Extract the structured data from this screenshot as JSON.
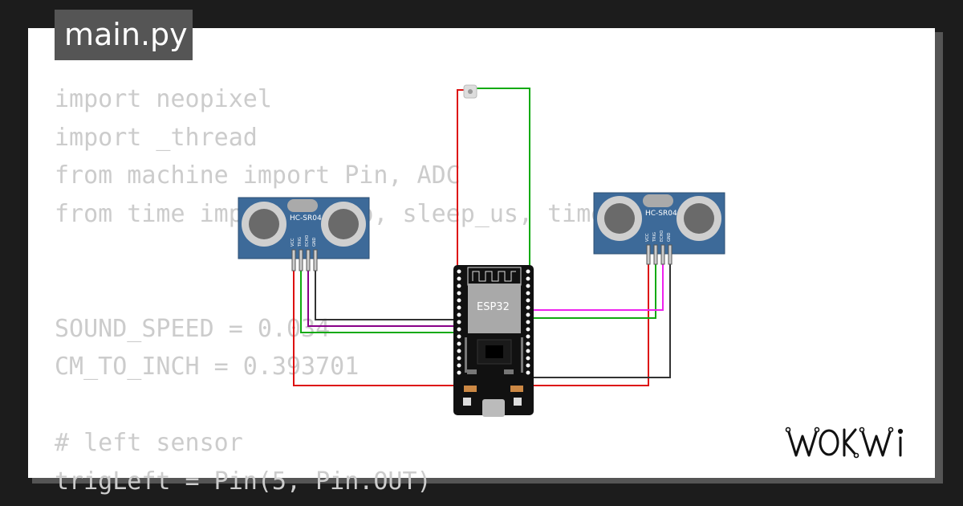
{
  "file_name": "main.py",
  "code_lines": [
    "import neopixel",
    "import _thread",
    "from machine import Pin, ADC",
    "from time import sleep, sleep_us, time_ns",
    "",
    "",
    "SOUND_SPEED = 0.034",
    "CM_TO_INCH = 0.393701",
    "",
    "# left sensor",
    "trigLeft = Pin(5, Pin.OUT)"
  ],
  "circuit": {
    "board_label": "ESP32",
    "sensor_left": {
      "model": "HC-SR04",
      "pins": [
        "VCC",
        "TRIG",
        "ECHO",
        "GND"
      ]
    },
    "sensor_right": {
      "model": "HC-SR04",
      "pins": [
        "VCC",
        "TRIG",
        "ECHO",
        "GND"
      ]
    },
    "wire_colors": {
      "power": "#dd1111",
      "trig": "#11aa11",
      "echo_left": "#880088",
      "echo_right": "#ee22ee",
      "ground": "#333333"
    }
  },
  "brand": {
    "logo_text": "WOKWi"
  }
}
